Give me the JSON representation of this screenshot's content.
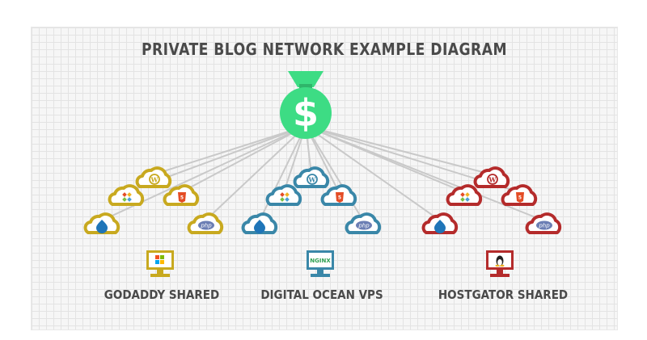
{
  "title": "PRIVATE BLOG NETWORK EXAMPLE DIAGRAM",
  "money_bag": {
    "symbol": "$",
    "color": "#3ddc84"
  },
  "line_color": "#c9c9c9",
  "networks": [
    {
      "label": "GODADDY SHARED",
      "color": "#c8a91f",
      "server_icon": "windows-logo-icon",
      "clouds": [
        {
          "icon": "wordpress-icon"
        },
        {
          "icon": "joomla-icon"
        },
        {
          "icon": "html5-icon"
        },
        {
          "icon": "drupal-icon"
        },
        {
          "icon": "php-icon",
          "text": "php"
        }
      ]
    },
    {
      "label": "DIGITAL OCEAN VPS",
      "color": "#3a87a8",
      "server_icon": "nginx-logo-icon",
      "server_text": "NGINX",
      "clouds": [
        {
          "icon": "wordpress-icon"
        },
        {
          "icon": "joomla-icon"
        },
        {
          "icon": "html5-icon"
        },
        {
          "icon": "drupal-icon"
        },
        {
          "icon": "php-icon",
          "text": "php"
        }
      ]
    },
    {
      "label": "HOSTGATOR SHARED",
      "color": "#b42b2b",
      "server_icon": "linux-tux-icon",
      "clouds": [
        {
          "icon": "wordpress-icon"
        },
        {
          "icon": "joomla-icon"
        },
        {
          "icon": "html5-icon"
        },
        {
          "icon": "drupal-icon"
        },
        {
          "icon": "php-icon",
          "text": "php"
        }
      ]
    }
  ]
}
